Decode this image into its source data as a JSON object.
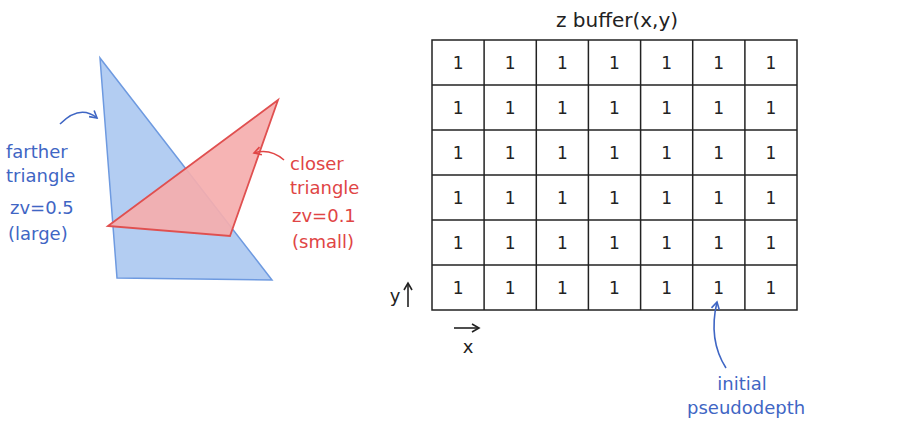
{
  "diagram": {
    "labels": [
      "farther triangle",
      "zv=0.5",
      "(large)",
      "closer triangle",
      "zv=0.1",
      "(small)",
      "z buffer(x,y)",
      "1",
      "1",
      "1",
      "1",
      "1",
      "1",
      "1",
      "1",
      "1",
      "1",
      "1",
      "1",
      "1",
      "1",
      "1",
      "1",
      "1",
      "1",
      "1",
      "1",
      "1",
      "1",
      "1",
      "1",
      "1",
      "1",
      "1",
      "1",
      "1",
      "1",
      "1",
      "1",
      "1",
      "1",
      "1",
      "1",
      "1",
      "1",
      "1",
      "1",
      "1",
      "1",
      "y",
      "x",
      "initial pseudodepth"
    ]
  }
}
